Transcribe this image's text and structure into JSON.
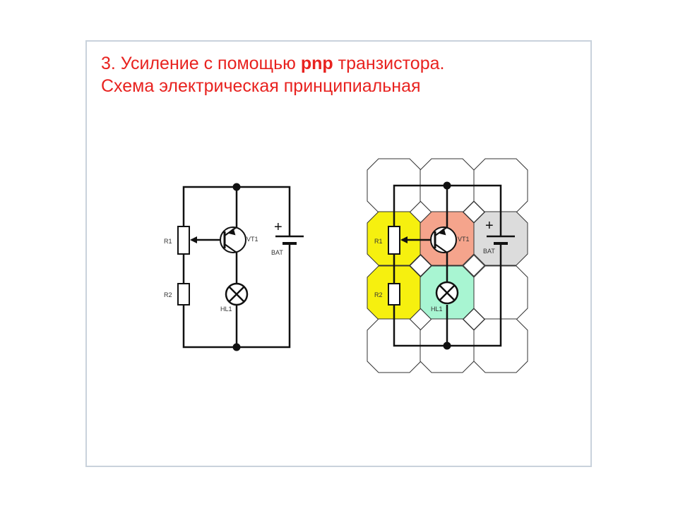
{
  "title": {
    "line1_prefix": "3. Усиление с помощью ",
    "line1_bold": "pnp",
    "line1_suffix": " транзистора.",
    "line2": "Схема электрическая принципиальная"
  },
  "schematic": {
    "labels": {
      "r1": "R1",
      "r2": "R2",
      "vt1": "VT1",
      "bat": "BAT",
      "hl1": "HL1",
      "plus": "+"
    }
  },
  "grid_schematic": {
    "labels": {
      "r1": "R1",
      "r2": "R2",
      "vt1": "VT1",
      "bat": "BAT",
      "hl1": "HL1",
      "plus": "+"
    },
    "cell_colors": {
      "r1": "#f6f00f",
      "r2": "#f6f00f",
      "vt1": "#f5a48c",
      "bat": "#dcdcdc",
      "hl1": "#a8f5d2",
      "empty": "#ffffff"
    }
  }
}
